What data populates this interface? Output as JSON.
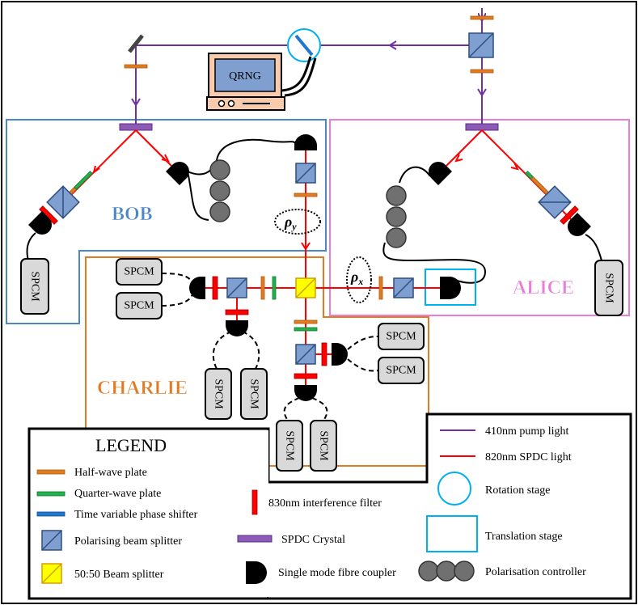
{
  "regions": {
    "bob": "BOB",
    "alice": "ALICE",
    "charlie": "CHARLIE"
  },
  "devices": {
    "qrng": "QRNG",
    "spcm": "SPCM"
  },
  "symbols": {
    "rho_y": "ρ",
    "rho_y_sub": "y",
    "rho_x": "ρ",
    "rho_x_sub": "x"
  },
  "legend": {
    "title": "LEGEND",
    "items": {
      "half_wave_plate": "Half-wave plate",
      "quarter_wave_plate": "Quarter-wave plate",
      "phase_shifter": "Time variable phase shifter",
      "pbs": "Polarising beam splitter",
      "bs5050": "50:50 Beam splitter",
      "filter": "830nm interference filter",
      "crystal": "SPDC Crystal",
      "coupler": "Single mode fibre coupler",
      "pump": "410nm pump light",
      "spdc": "820nm SPDC light",
      "rotation": "Rotation stage",
      "translation": "Translation stage",
      "polcontroller": "Polarisation controller"
    }
  },
  "colors": {
    "pump": "#7030a0",
    "spdc": "#ff0000",
    "bob_box": "#4a86c8",
    "alice_box": "#e77fd8",
    "charlie_box": "#e07b22",
    "half_wave": "#e07b22",
    "quarter_wave": "#22b14c",
    "phase_shifter": "#1f77d0",
    "pbs_fill": "#7f9fd0",
    "bs_fill": "#ffff00",
    "crystal": "#8e5ab8",
    "stage": "#00b0f0",
    "spcm_fill": "#d9d9d9",
    "controller": "#707070",
    "computer": "#f8cbad"
  }
}
